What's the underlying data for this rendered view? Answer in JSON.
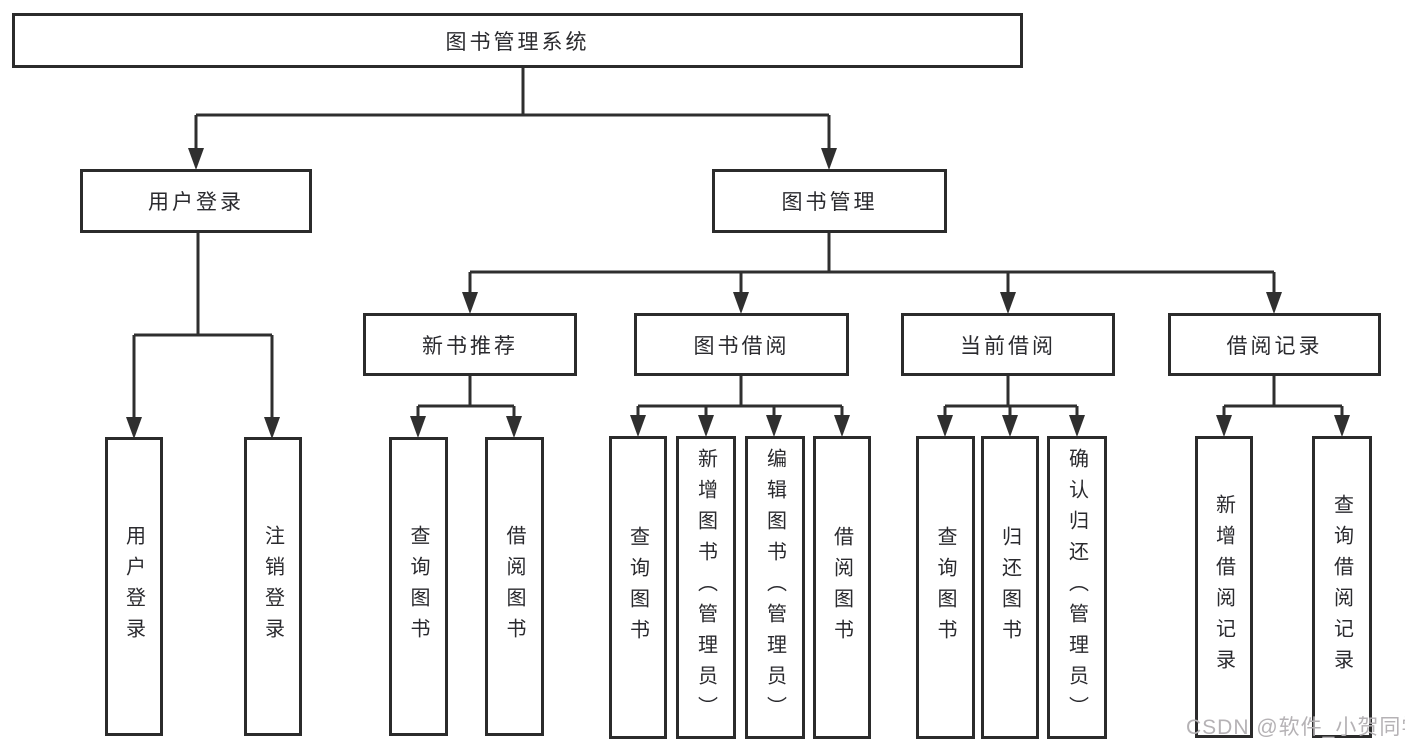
{
  "tree": {
    "root": {
      "label": "图书管理系统"
    },
    "user_login": {
      "label": "用户登录",
      "children": [
        {
          "label": "用户登录"
        },
        {
          "label": "注销登录"
        }
      ]
    },
    "book_management": {
      "label": "图书管理",
      "groups": [
        {
          "label": "新书推荐",
          "children": [
            {
              "label": "查询图书"
            },
            {
              "label": "借阅图书"
            }
          ]
        },
        {
          "label": "图书借阅",
          "children": [
            {
              "label": "查询图书"
            },
            {
              "label": "新增图书（管理员）"
            },
            {
              "label": "编辑图书（管理员）"
            },
            {
              "label": "借阅图书"
            }
          ]
        },
        {
          "label": "当前借阅",
          "children": [
            {
              "label": "查询图书"
            },
            {
              "label": "归还图书"
            },
            {
              "label": "确认归还（管理员）"
            }
          ]
        },
        {
          "label": "借阅记录",
          "children": [
            {
              "label": "新增借阅记录"
            },
            {
              "label": "查询借阅记录"
            }
          ]
        }
      ]
    }
  },
  "watermark": {
    "text": "CSDN @软件_小贺同学"
  },
  "colors": {
    "line": "#2f2f2f",
    "box_border": "#2b2b2b",
    "text": "#2a2a2e",
    "watermark": "#b5b2b5",
    "background": "#ffffff"
  }
}
